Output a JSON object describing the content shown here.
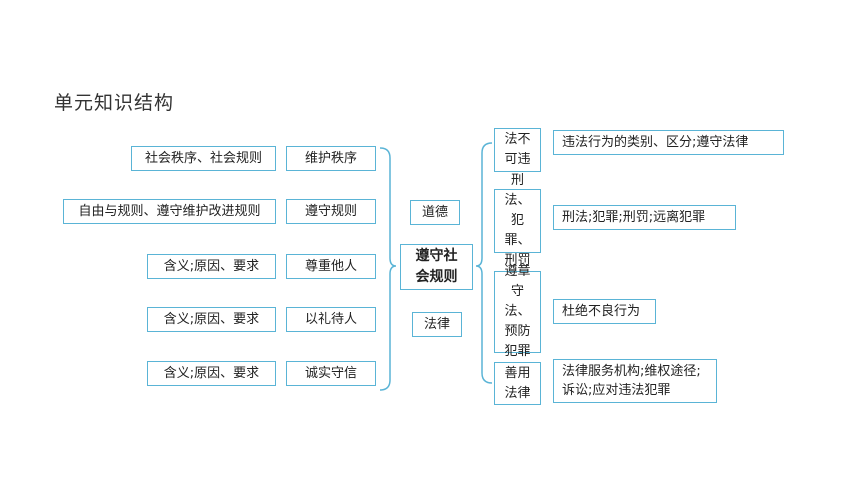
{
  "title": "单元知识结构",
  "center": "遵守社会规则",
  "left_groups": [
    {
      "detail": "社会秩序、社会规则",
      "topic": "维护秩序"
    },
    {
      "detail": "自由与规则、遵守维护改进规则",
      "topic": "遵守规则"
    },
    {
      "detail": "含义;原因、要求",
      "topic": "尊重他人"
    },
    {
      "detail": "含义;原因、要求",
      "topic": "以礼待人"
    },
    {
      "detail": "含义;原因、要求",
      "topic": "诚实守信"
    }
  ],
  "mid_nodes": [
    "道德",
    "法律"
  ],
  "right_groups": [
    {
      "topic": "法不可违",
      "detail": "违法行为的类别、区分;遵守法律"
    },
    {
      "topic": "刑法、犯罪、刑罚",
      "detail": "刑法;犯罪;刑罚;远离犯罪"
    },
    {
      "topic": "遵章守法、预防犯罪",
      "detail": "杜绝不良行为"
    },
    {
      "topic": "善用法律",
      "detail": "法律服务机构;维权途径;诉讼;应对违法犯罪"
    }
  ],
  "colors": {
    "border": "#5ab4d6",
    "connector": "#5ab4d6"
  }
}
